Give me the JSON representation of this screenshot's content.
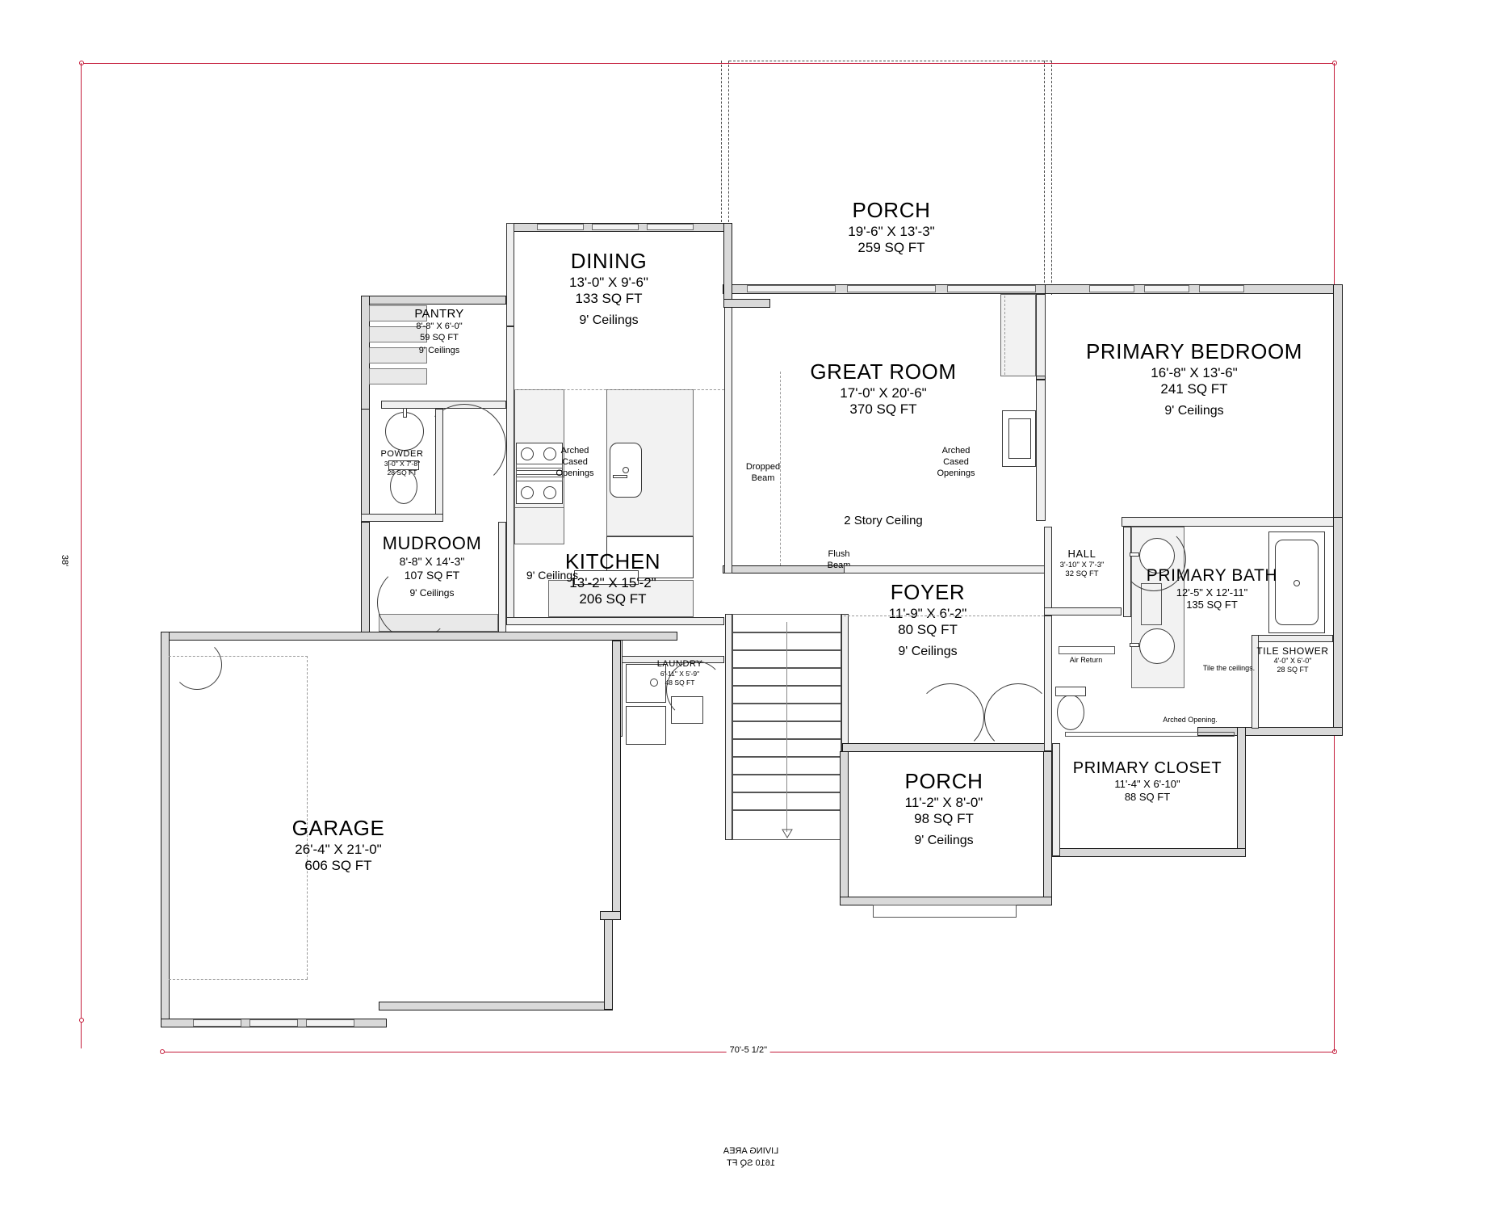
{
  "plan": {
    "overall_width_label": "70'-5 1/2\"",
    "overall_height_label": "38'",
    "living_area_title": "LIVING AREA",
    "living_area_value": "1610 SQ FT"
  },
  "rooms": [
    {
      "key": "primary_bedroom",
      "name": "PRIMARY BEDROOM",
      "dimensions": "16'-8\" X 13'-6\"",
      "area": "241 SQ FT",
      "ceiling": "9' Ceilings"
    },
    {
      "key": "great_room",
      "name": "GREAT ROOM",
      "dimensions": "17'-0\" X 20'-6\"",
      "area": "370 SQ FT",
      "ceiling": "2 Story Ceiling"
    },
    {
      "key": "rear_porch",
      "name": "PORCH",
      "dimensions": "19'-6\" X 13'-3\"",
      "area": "259 SQ FT",
      "ceiling": ""
    },
    {
      "key": "dining",
      "name": "DINING",
      "dimensions": "13'-0\" X 9'-6\"",
      "area": "133 SQ FT",
      "ceiling": "9' Ceilings"
    },
    {
      "key": "pantry",
      "name": "PANTRY",
      "dimensions": "8'-8\" X 6'-0\"",
      "area": "59 SQ FT",
      "ceiling": "9' Ceilings"
    },
    {
      "key": "powder",
      "name": "POWDER",
      "dimensions": "3'-0\" X 7'-8\"",
      "area": "28 SQ FT",
      "ceiling": ""
    },
    {
      "key": "mudroom",
      "name": "MUDROOM",
      "dimensions": "8'-8\" X 14'-3\"",
      "area": "107 SQ FT",
      "ceiling": "9' Ceilings"
    },
    {
      "key": "kitchen",
      "name": "KITCHEN",
      "dimensions": "13'-2\" X 15'-2\"",
      "area": "206 SQ FT",
      "ceiling": "9' Ceilings"
    },
    {
      "key": "laundry",
      "name": "LAUNDRY",
      "dimensions": "6'-11\" X 5'-9\"",
      "area": "48 SQ FT",
      "ceiling": ""
    },
    {
      "key": "hall",
      "name": "HALL",
      "dimensions": "3'-10\" X 7'-3\"",
      "area": "32 SQ FT",
      "ceiling": ""
    },
    {
      "key": "foyer",
      "name": "FOYER",
      "dimensions": "11'-9\" X 6'-2\"",
      "area": "80 SQ FT",
      "ceiling": "9' Ceilings"
    },
    {
      "key": "primary_bath",
      "name": "PRIMARY BATH",
      "dimensions": "12'-5\" X 12'-11\"",
      "area": "135 SQ FT",
      "ceiling": ""
    },
    {
      "key": "tile_shower",
      "name": "TILE SHOWER",
      "dimensions": "4'-0\" X 6'-0\"",
      "area": "28 SQ FT",
      "ceiling": ""
    },
    {
      "key": "primary_closet",
      "name": "PRIMARY CLOSET",
      "dimensions": "11'-4\" X 6'-10\"",
      "area": "88 SQ FT",
      "ceiling": ""
    },
    {
      "key": "front_porch",
      "name": "PORCH",
      "dimensions": "11'-2\" X 8'-0\"",
      "area": "98 SQ FT",
      "ceiling": "9' Ceilings"
    },
    {
      "key": "garage",
      "name": "GARAGE",
      "dimensions": "26'-4\" X 21'-0\"",
      "area": "606 SQ FT",
      "ceiling": ""
    }
  ],
  "notes": {
    "arched_cased_openings_great": "Archedn Cased Openings",
    "arched_cased_openings_great_l1": "Arched",
    "arched_cased_openings_great_l2": "Cased",
    "arched_cased_openings_great_l3": "Openings",
    "arched_cased_openings_kitchen_l1": "Arched",
    "arched_cased_openings_kitchen_l2": "Cased",
    "arched_cased_openings_kitchen_l3": "Openings",
    "dropped_beam_l1": "Dropped",
    "dropped_beam_l2": "Beam",
    "flush_beam_l1": "Flush",
    "flush_beam_l2": "Beam",
    "air_return": "Air Return",
    "tile_the_ceilings": "Tile the ceilings.",
    "arched_opening": "Arched Opening."
  },
  "colors": {
    "wall_fill": "#d9d9d9",
    "wall_stroke": "#1a1a1a",
    "dimension": "#c41b3a",
    "text": "#000000",
    "light_fill": "#f2f2f2"
  }
}
